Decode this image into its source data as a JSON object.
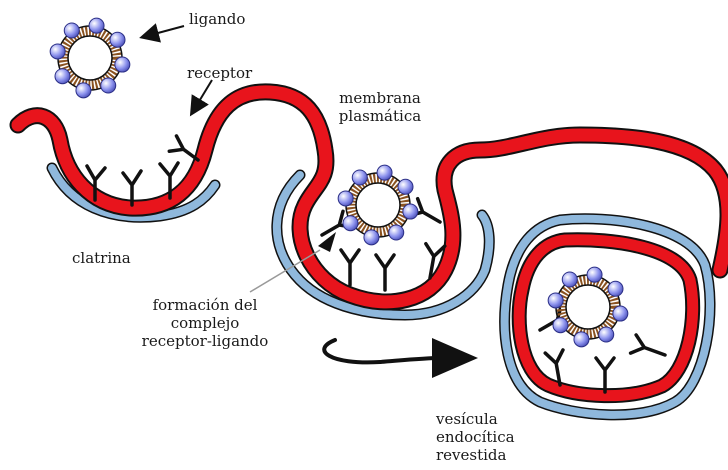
{
  "labels": {
    "ligando": "ligando",
    "receptor": "receptor",
    "membrana_1": "membrana",
    "membrana_2": "plasmática",
    "clatrina": "clatrina",
    "formacion_1": "formación del",
    "formacion_2": "complejo",
    "formacion_3": "receptor-ligando",
    "vesicula_1": "vesícula",
    "vesicula_2": "endocítica",
    "vesicula_3": "revestida"
  },
  "colors": {
    "membrane_red": "#e8141c",
    "membrane_outline": "#111111",
    "clathrin_blue": "#8fb8dc",
    "ligand_ring": "#8a5220",
    "ligand_bead": "#7f86e6",
    "receptor": "#111111"
  }
}
